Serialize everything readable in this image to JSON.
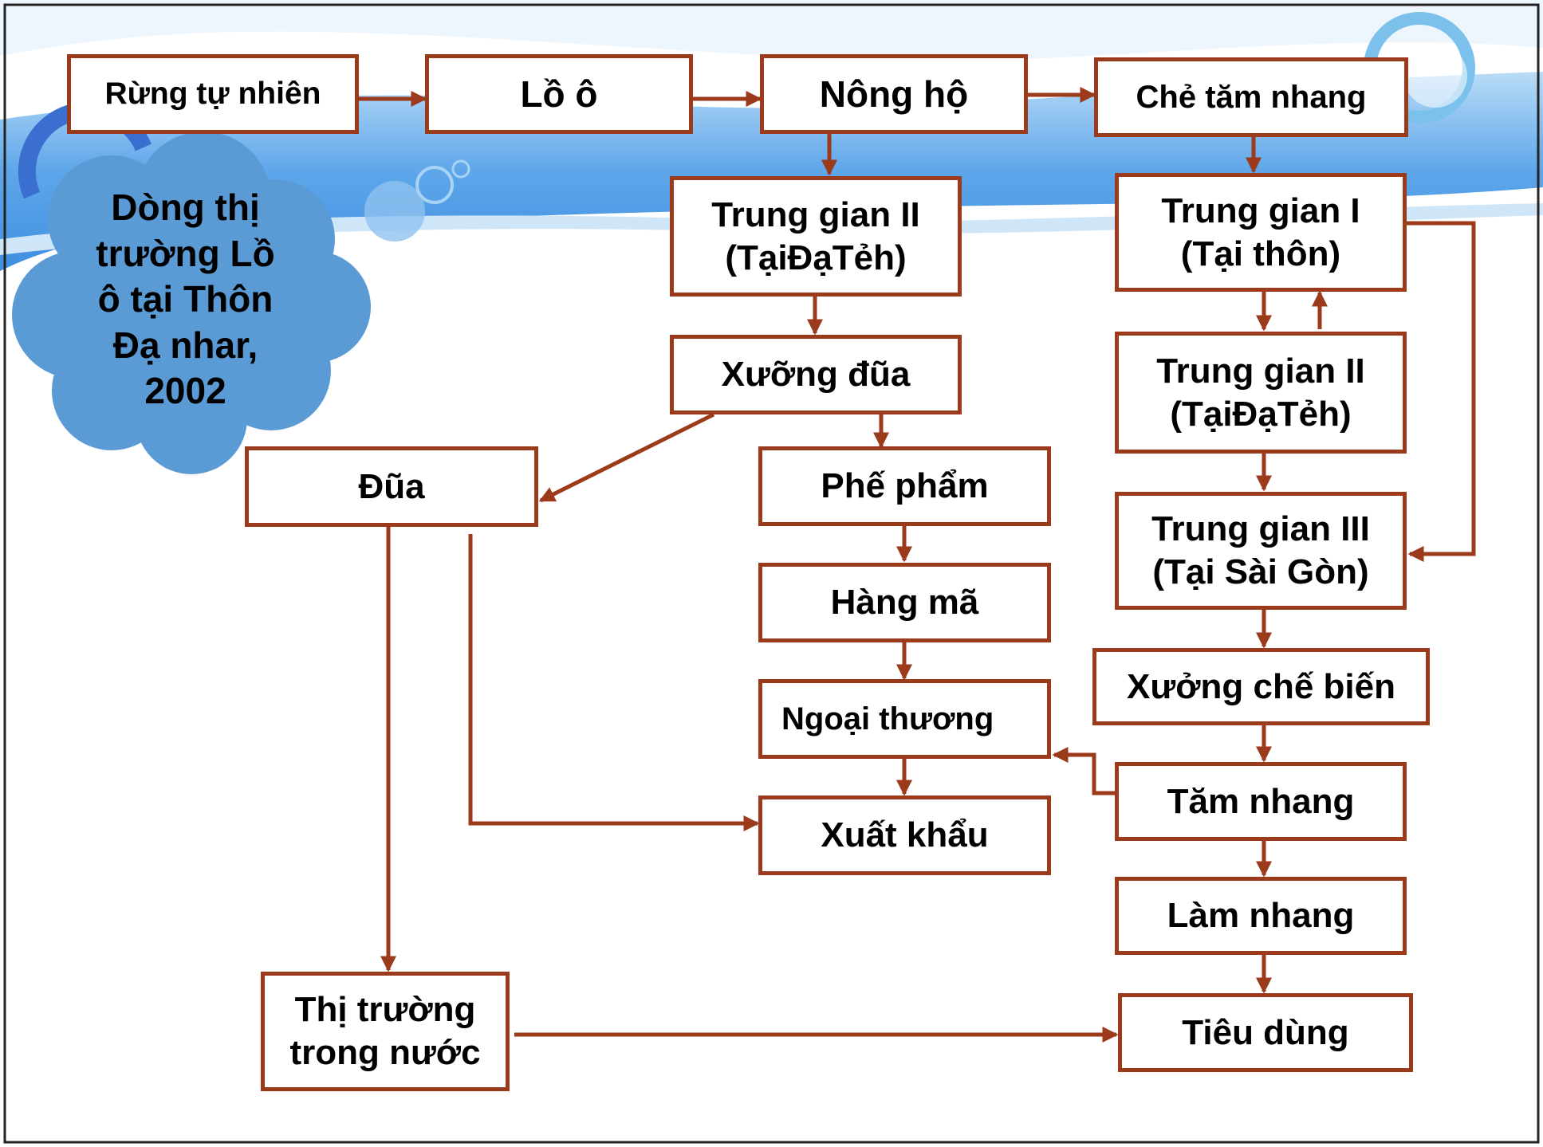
{
  "diagram": {
    "title_cloud": "Dòng thị\ntrường Lồ\nô tại Thôn\nĐạ nhar,\n2002",
    "nodes": {
      "rung_tu_nhien": "Rừng tự nhiên",
      "lo_o": "Lồ ô",
      "nong_ho": "Nông hộ",
      "che_tam_nhang": "Chẻ tăm nhang",
      "trung_gian_ii_left": "Trung gian II\n(TạiĐạTẻh)",
      "trung_gian_i": "Trung gian I\n(Tại thôn)",
      "xuong_dua": "Xưỡng đũa",
      "trung_gian_ii_right": "Trung gian II\n(TạiĐạTẻh)",
      "dua": "Đũa",
      "phe_pham": "Phế phẩm",
      "trung_gian_iii": "Trung gian III\n(Tại Sài Gòn)",
      "hang_ma": "Hàng mã",
      "xuong_che_bien": "Xưởng chế biến",
      "ngoai_thuong": "Ngoại thương",
      "tam_nhang": "Tăm nhang",
      "xuat_khau": "Xuất khẩu",
      "lam_nhang": "Làm nhang",
      "thi_truong_trong_nuoc": "Thị trường\ntrong nước",
      "tieu_dung": "Tiêu dùng"
    }
  },
  "colors": {
    "box_border": "#9c3a1c",
    "arrow": "#9c3a1c",
    "cloud": "#5b9bd5",
    "band": "#4f96e3"
  }
}
